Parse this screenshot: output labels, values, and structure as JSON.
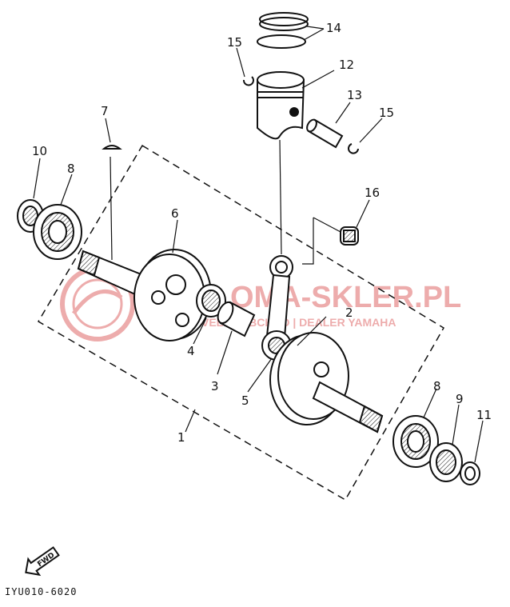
{
  "watermark": {
    "site": "OMA-SKLER.PL",
    "tagline": "VEĽKOOBCHOD | DEALER YAMAHA",
    "color": "#e06a6a"
  },
  "callouts": [
    "1",
    "2",
    "3",
    "4",
    "5",
    "6",
    "7",
    "8",
    "8",
    "9",
    "10",
    "11",
    "12",
    "13",
    "14",
    "15",
    "15",
    "16"
  ],
  "fwd_label": "FWD",
  "figure_code": "IYU010-6020",
  "colors": {
    "ink": "#111111",
    "paper": "#ffffff"
  }
}
